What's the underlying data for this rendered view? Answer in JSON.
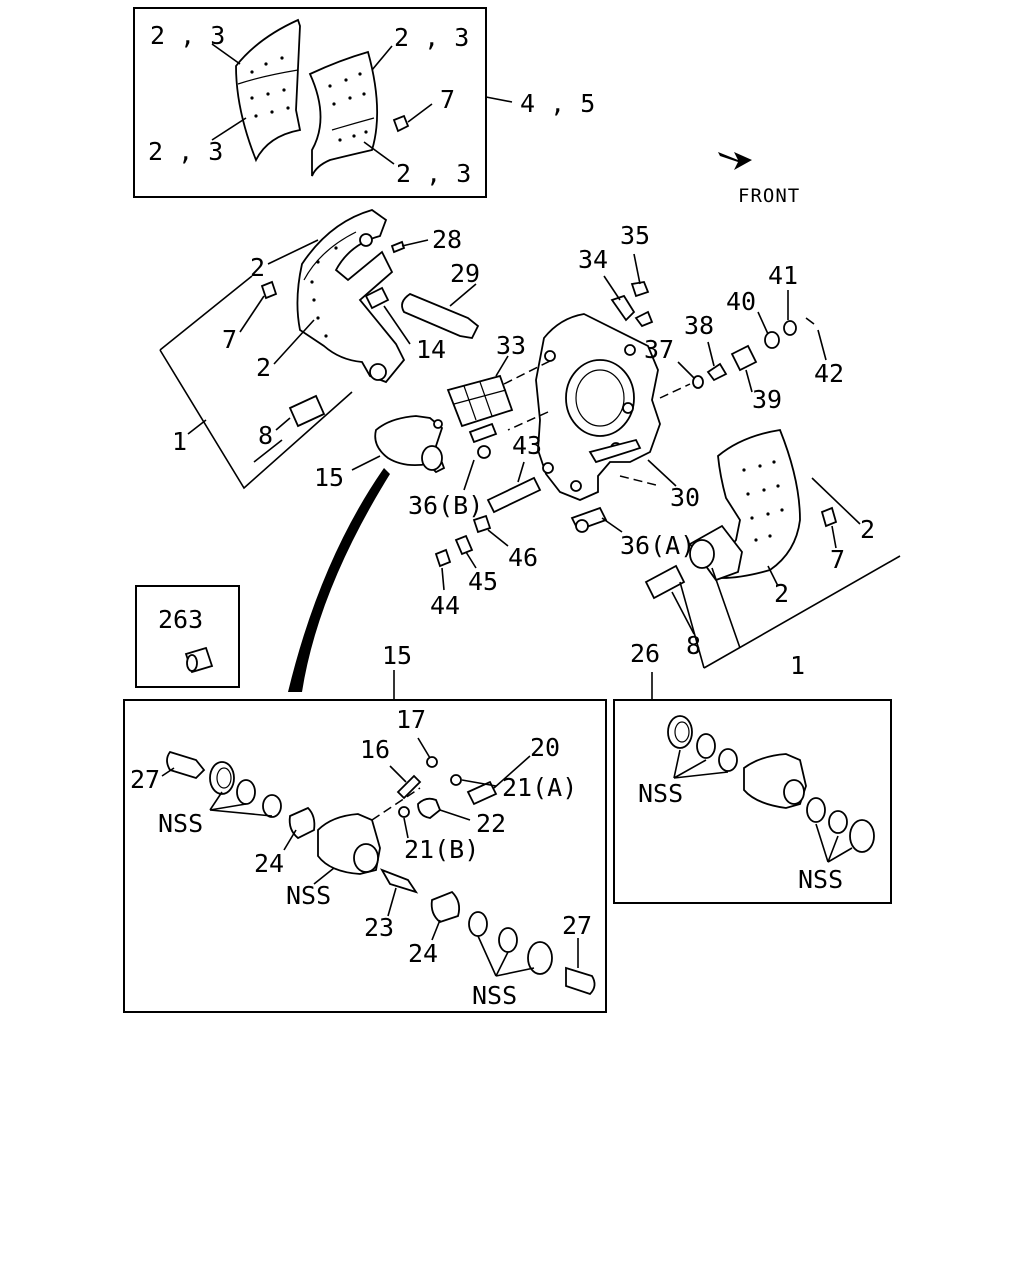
{
  "front_label": "FRONT",
  "callouts": {
    "kit_23_a": "2 , 3",
    "kit_23_b": "2 , 3",
    "kit_23_c": "2 , 3",
    "kit_23_d": "2 , 3",
    "kit_7": "7",
    "kit_45": "4 , 5",
    "l2_a": "2",
    "l28": "28",
    "l29": "29",
    "l7_l": "7",
    "l14": "14",
    "l2_b": "2",
    "l1_l": "1",
    "l8_l": "8",
    "l15_top": "15",
    "l33": "33",
    "l34": "34",
    "l35": "35",
    "l38": "38",
    "l40": "40",
    "l41": "41",
    "l37": "37",
    "l42": "42",
    "l39": "39",
    "l43": "43",
    "l36b": "36(B)",
    "l30": "30",
    "l46": "46",
    "l36a": "36(A)",
    "l45": "45",
    "l44": "44",
    "l2_r": "2",
    "l7_r": "7",
    "l2_r2": "2",
    "l8_r": "8",
    "l1_r": "1",
    "l263": "263",
    "l15_box": "15",
    "l26": "26",
    "l17": "17",
    "l16": "16",
    "l20": "20",
    "l27_a": "27",
    "l21a": "21(A)",
    "l22": "22",
    "l21b": "21(B)",
    "l24_a": "24",
    "l23": "23",
    "l24_b": "24",
    "l27_b": "27",
    "nss_a": "NSS",
    "nss_b": "NSS",
    "nss_c": "NSS",
    "nss_d": "NSS",
    "nss_e": "NSS"
  }
}
